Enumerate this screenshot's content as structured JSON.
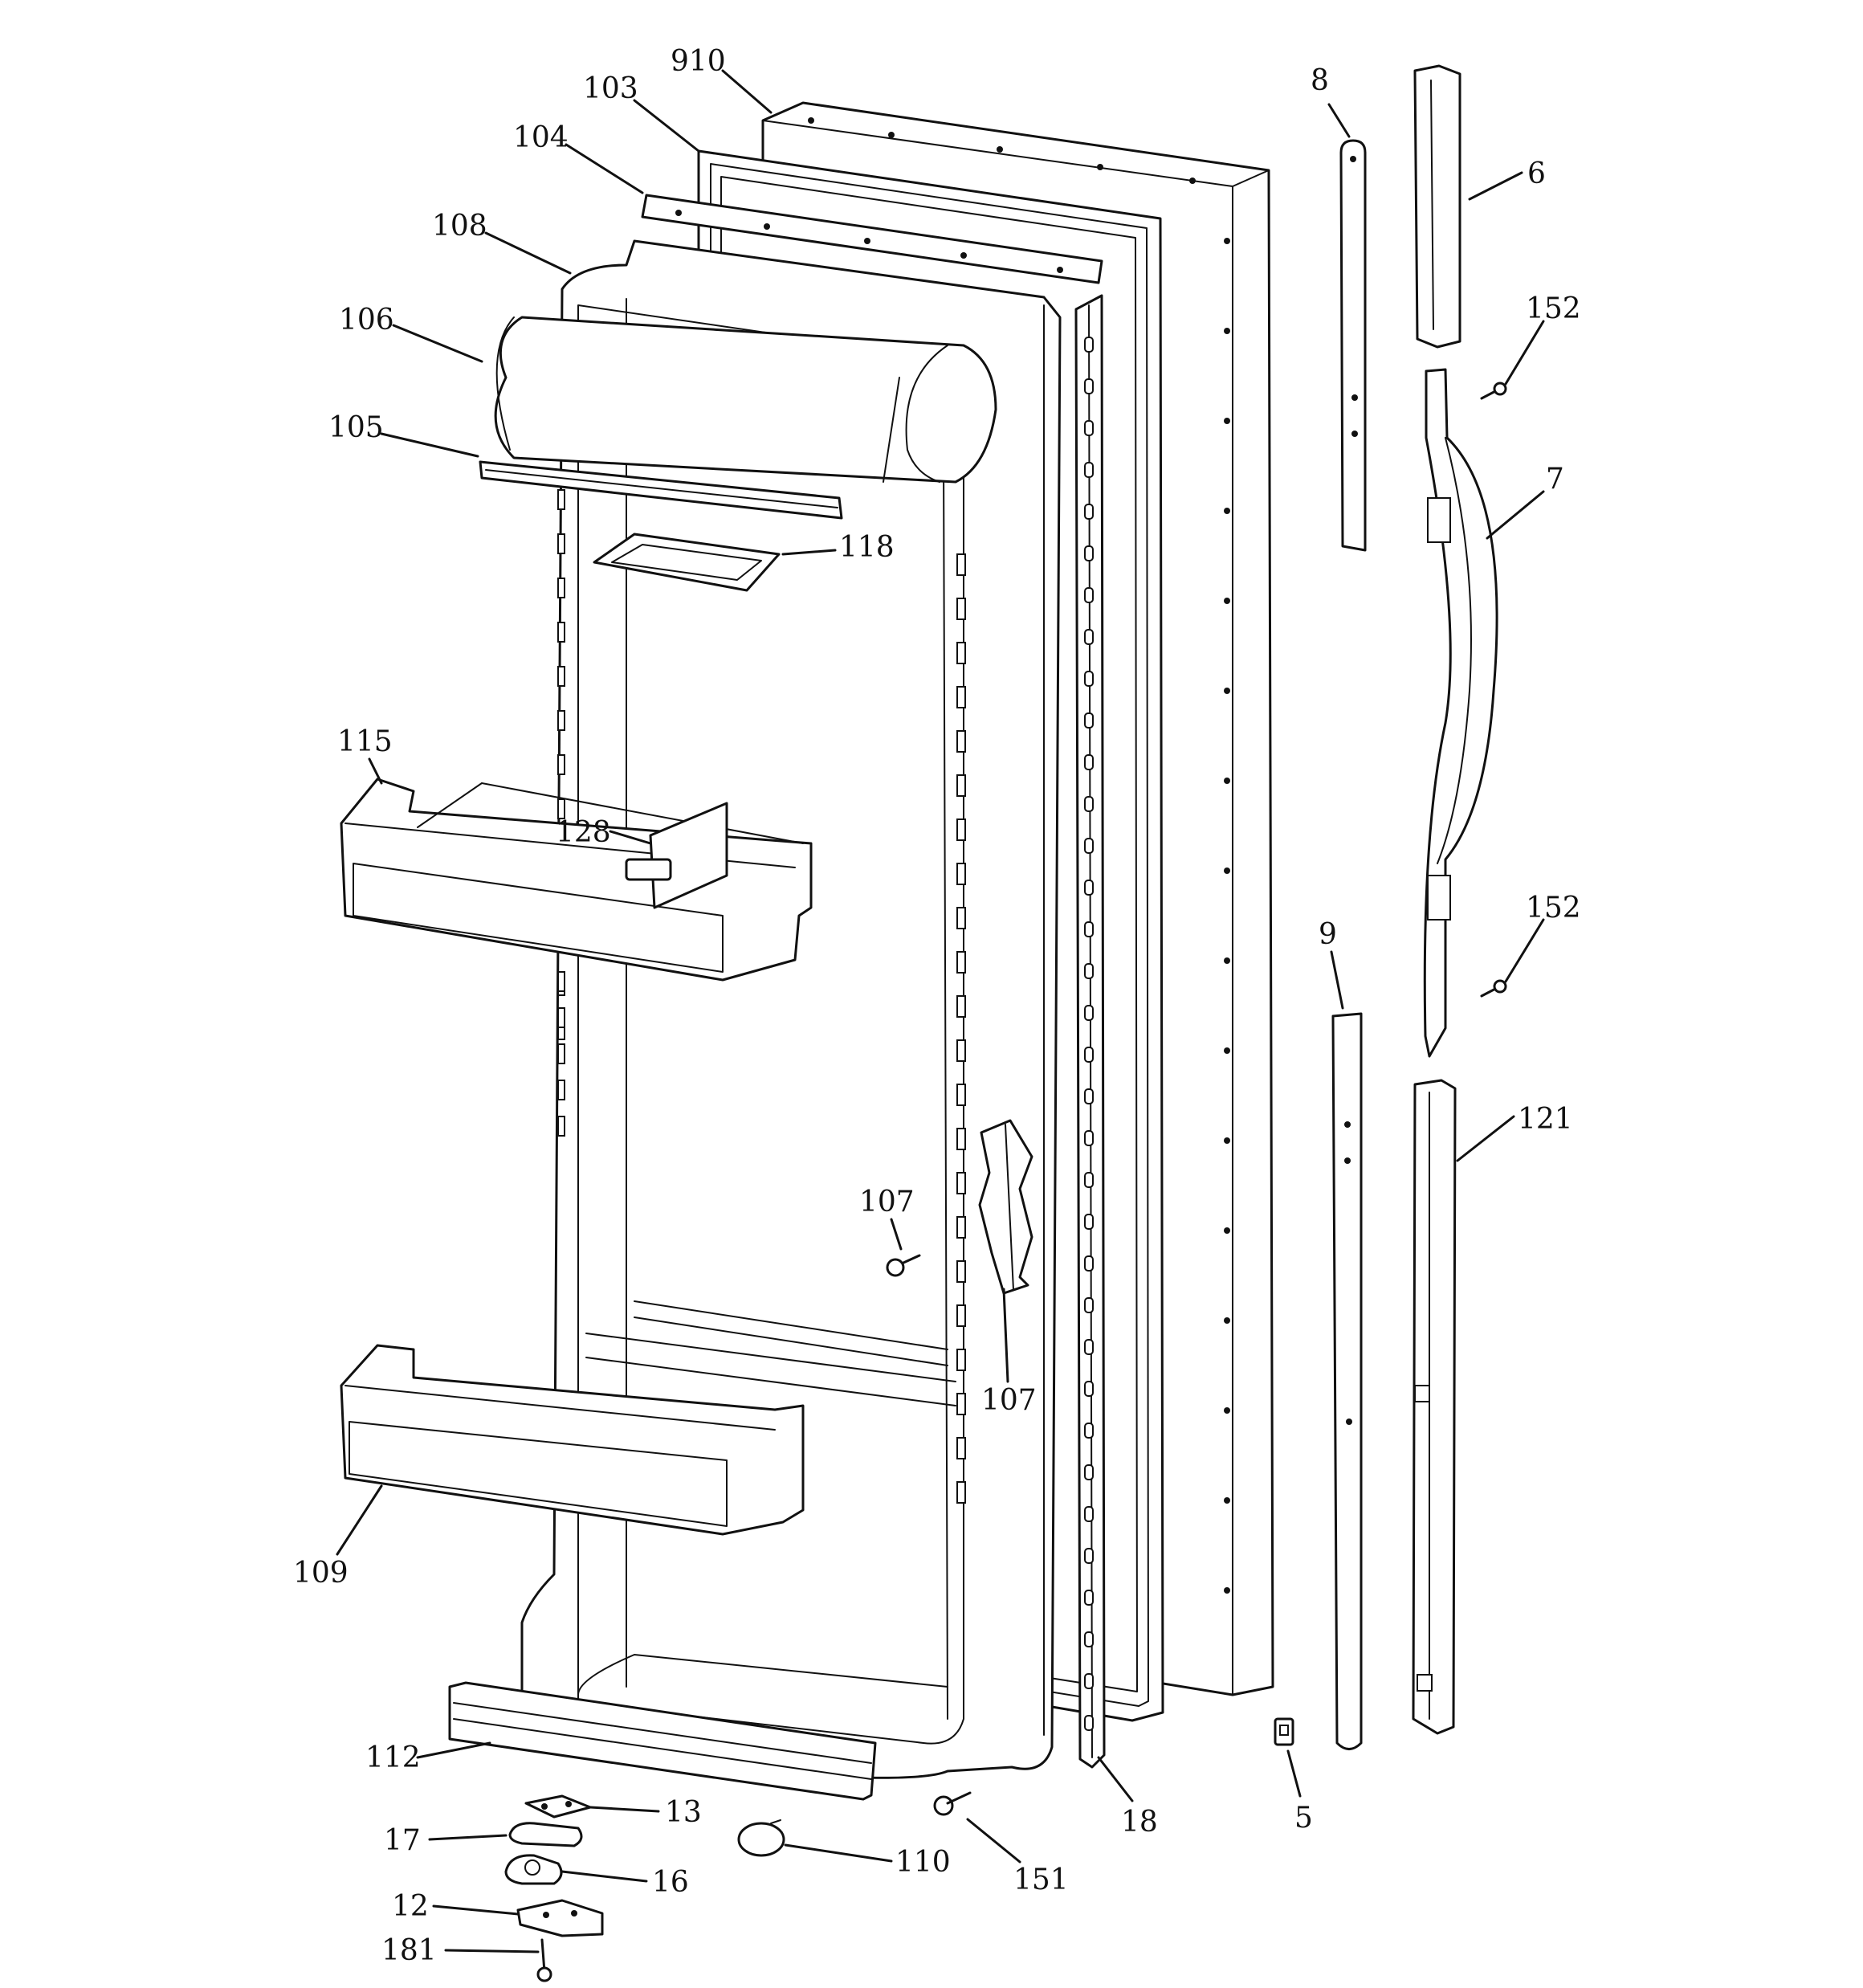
{
  "callouts": {
    "c910": "910",
    "c103": "103",
    "c104": "104",
    "c108": "108",
    "c106": "106",
    "c105": "105",
    "c118": "118",
    "c115": "115",
    "c128": "128",
    "c107a": "107",
    "c107b": "107",
    "c109": "109",
    "c112": "112",
    "c13": "13",
    "c17": "17",
    "c16": "16",
    "c12": "12",
    "c181": "181",
    "c110": "110",
    "c151": "151",
    "c18": "18",
    "c5": "5",
    "c8": "8",
    "c6": "6",
    "c152a": "152",
    "c7": "7",
    "c152b": "152",
    "c9": "9",
    "c121": "121"
  }
}
